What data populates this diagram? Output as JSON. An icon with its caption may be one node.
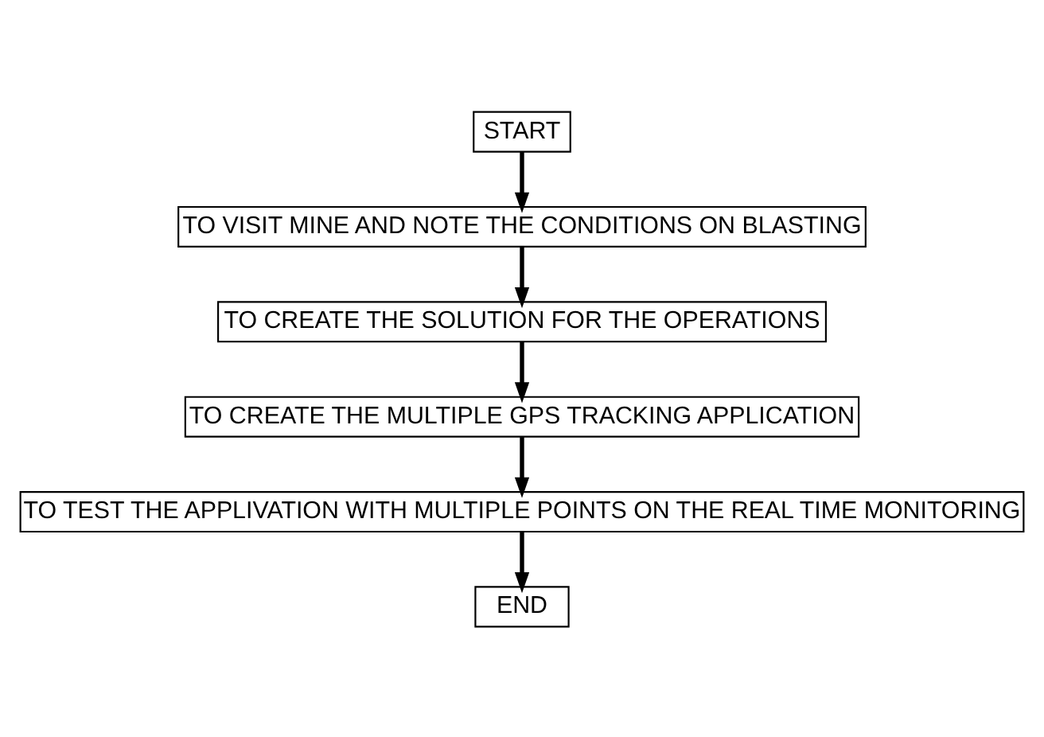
{
  "diagram": {
    "nodes": [
      {
        "text": [
          "START"
        ]
      },
      {
        "text": [
          "TO VISIT MINE AND NOTE THE CONDITIONS ON BLASTING"
        ]
      },
      {
        "text": [
          "TO CREATE THE SOLUTION FOR THE OPERATIONS"
        ]
      },
      {
        "text": [
          "TO CREATE THE MULTIPLE GPS TRACKING APPLICATION"
        ]
      },
      {
        "text": [
          "TO TEST THE APPLIVATION WITH MULTIPLE POINTS ON THE REAL TIME MONITORING"
        ]
      },
      {
        "text": [
          "END"
        ]
      }
    ],
    "edges": [
      {
        "from": 0,
        "to": 1,
        "arrow": "to"
      },
      {
        "from": 1,
        "to": 2,
        "arrow": "to"
      },
      {
        "from": 2,
        "to": 3,
        "arrow": "to"
      },
      {
        "from": 3,
        "to": 4,
        "arrow": "to"
      },
      {
        "from": 4,
        "to": 5,
        "arrow": "to"
      }
    ]
  }
}
